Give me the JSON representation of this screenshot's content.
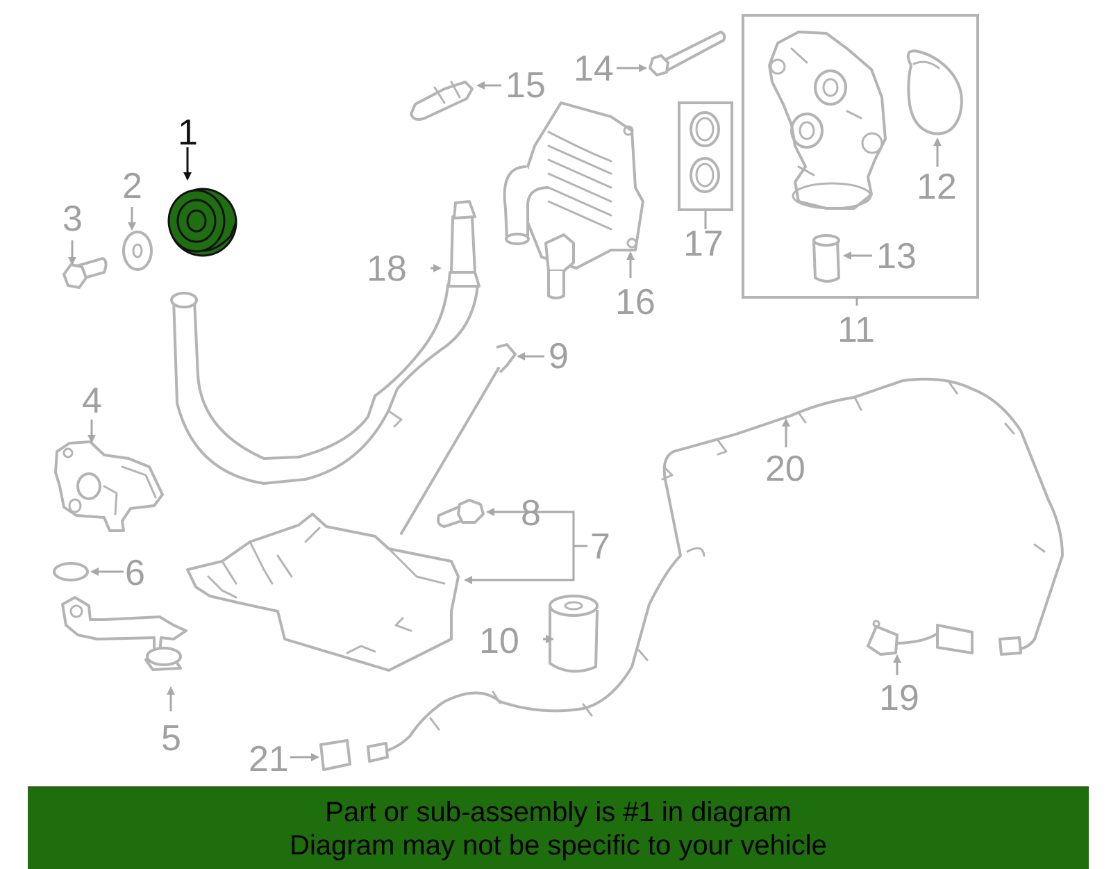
{
  "diagram": {
    "highlighted_part": "1",
    "highlight_color": "#1f6f12",
    "callouts": [
      "1",
      "2",
      "3",
      "4",
      "5",
      "6",
      "7",
      "8",
      "9",
      "10",
      "11",
      "12",
      "13",
      "14",
      "15",
      "16",
      "17",
      "18",
      "19",
      "20",
      "21"
    ]
  },
  "banner": {
    "line1": "Part or sub-assembly is #1 in diagram",
    "line2": "Diagram may not be specific to your vehicle",
    "background_color": "#1e6e0e"
  }
}
